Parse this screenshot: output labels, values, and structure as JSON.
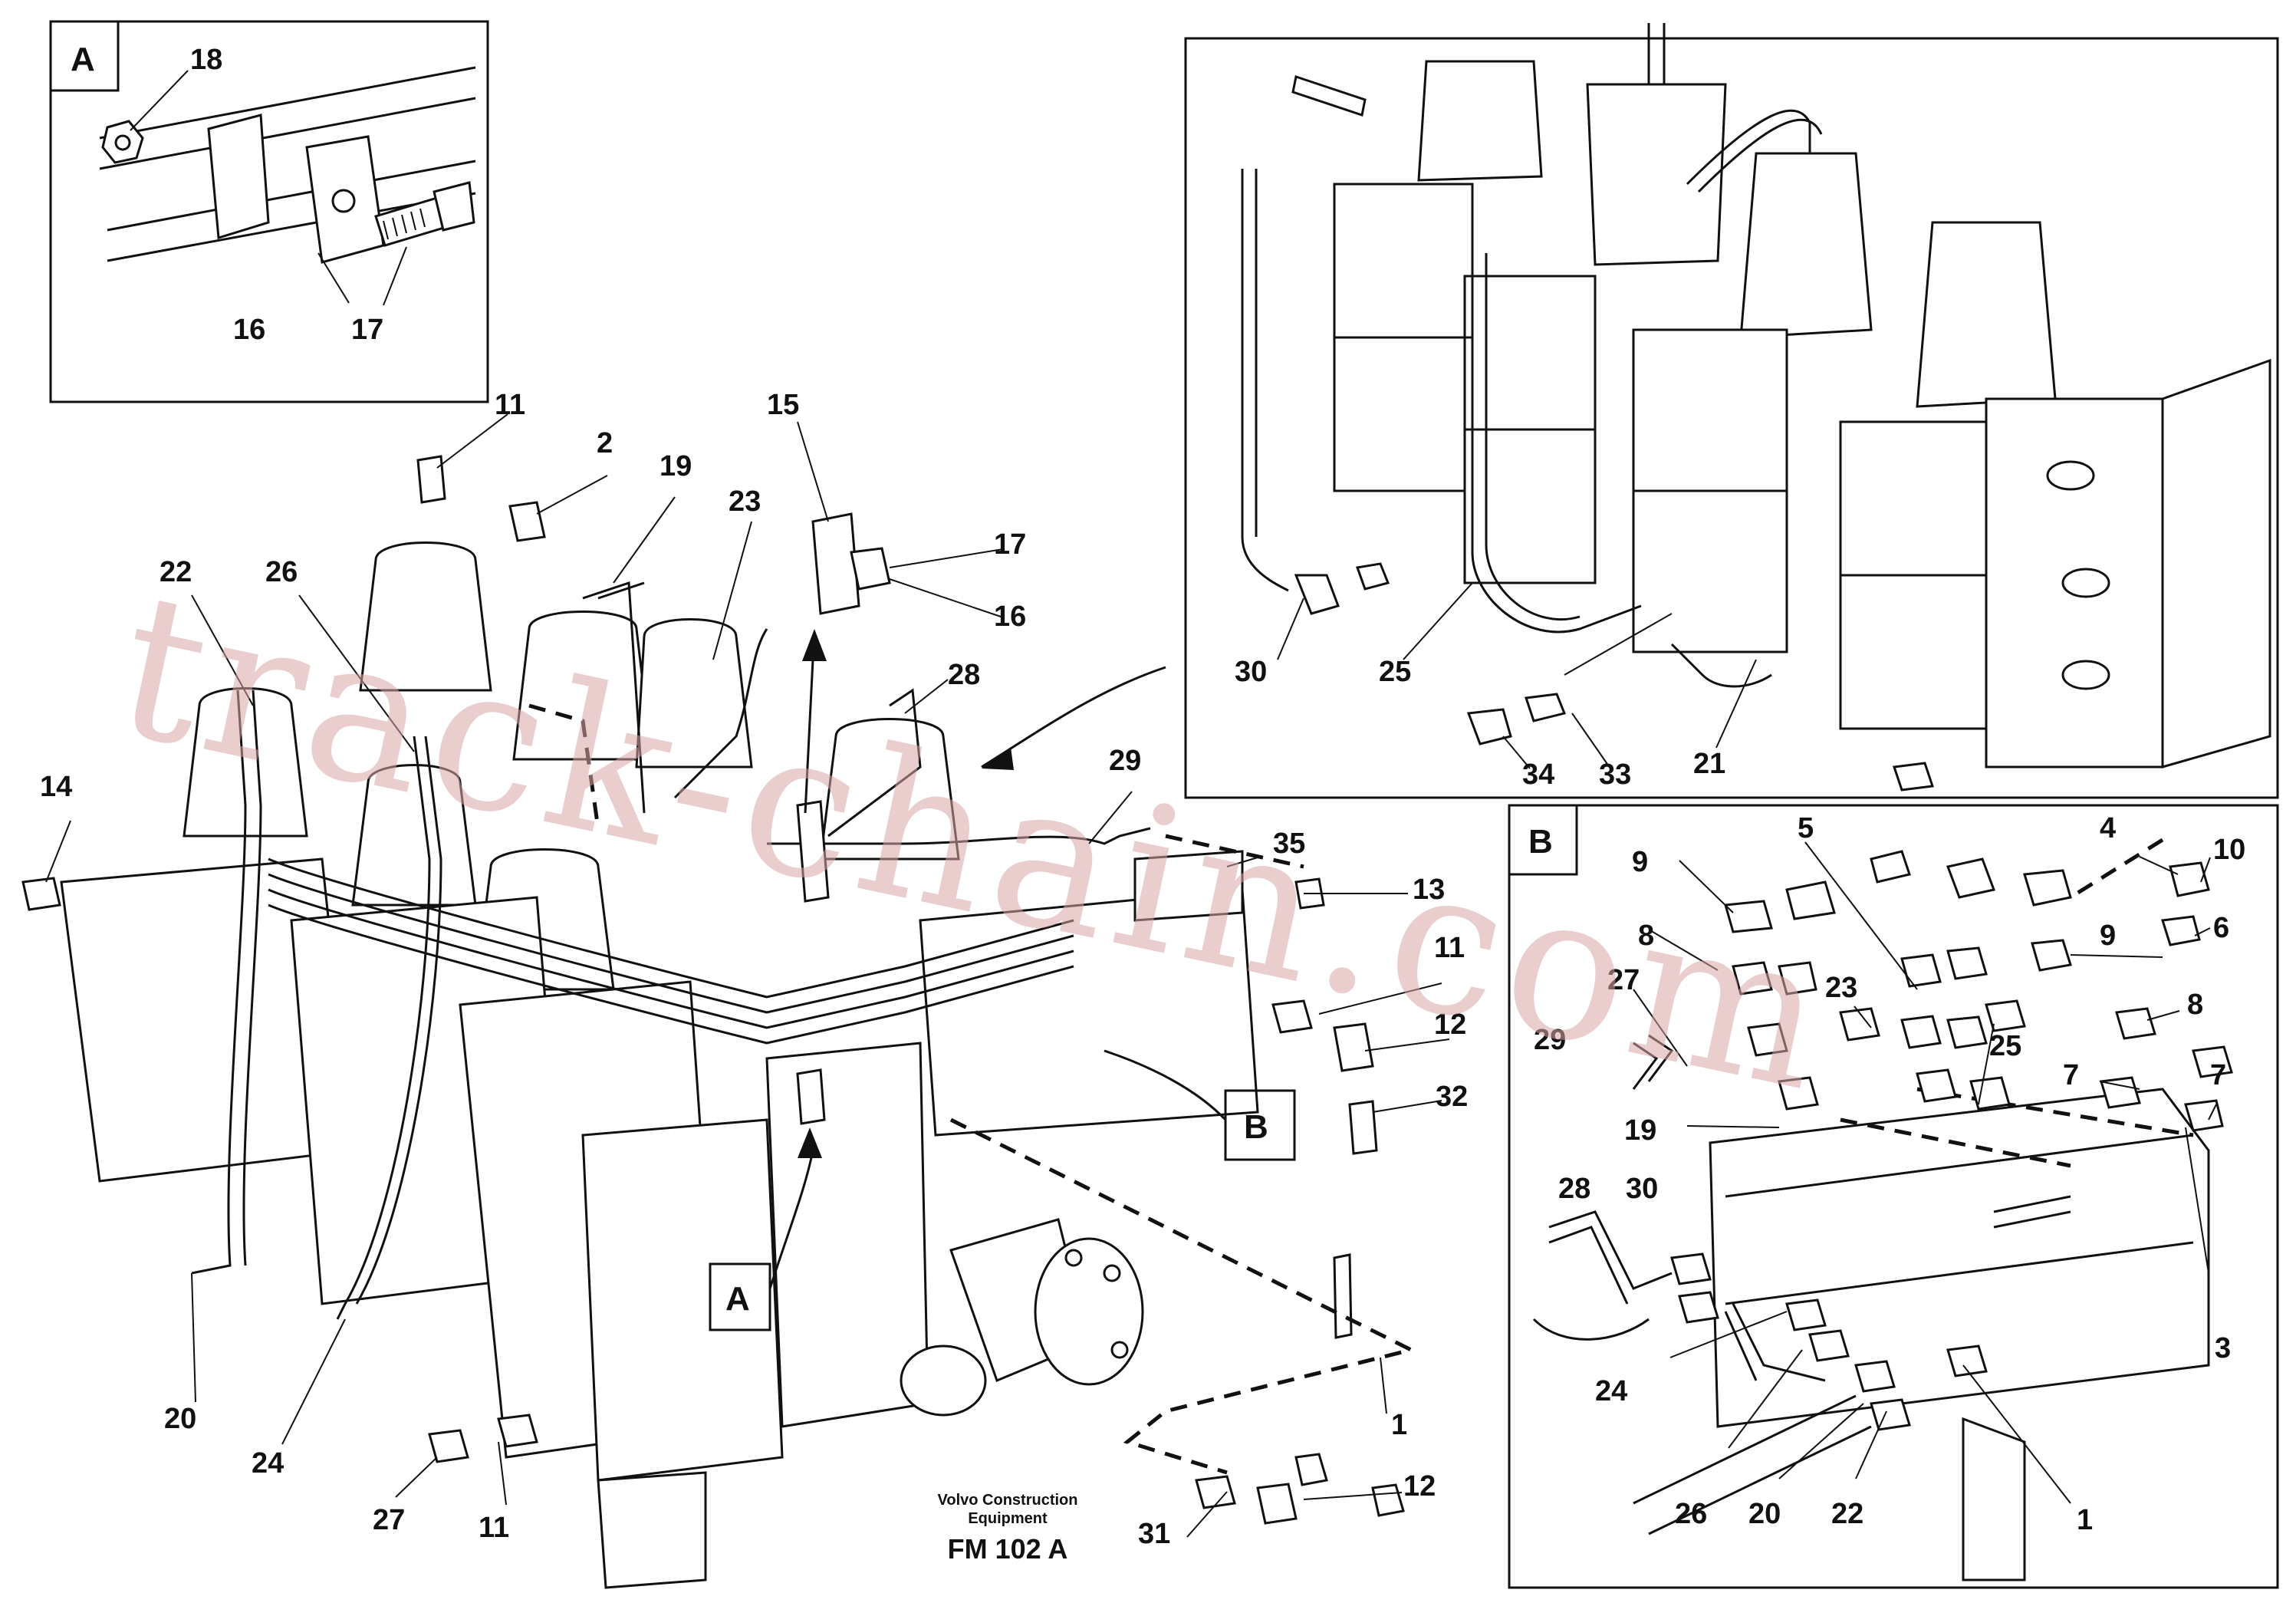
{
  "watermark": "track-chain.com",
  "footer": {
    "publisher_line1": "Volvo Construction",
    "publisher_line2": "Equipment",
    "figure_id": "FM 102 A"
  },
  "detail_frames": {
    "a": "A",
    "b": "B",
    "a_ref": "A",
    "b_ref": "B"
  },
  "callouts": {
    "a18": "18",
    "a16": "16",
    "a17": "17",
    "m11a": "11",
    "m2": "2",
    "m19": "19",
    "m23": "23",
    "m15": "15",
    "m17": "17",
    "m16": "16",
    "m22": "22",
    "m26": "26",
    "m28": "28",
    "m14": "14",
    "m29": "29",
    "m35": "35",
    "m13": "13",
    "m11b": "11",
    "m12a": "12",
    "m32": "32",
    "m20": "20",
    "m24": "24",
    "m27": "27",
    "m11c": "11",
    "m31": "31",
    "m12b": "12",
    "m1": "1",
    "t30": "30",
    "t25": "25",
    "t34": "34",
    "t33": "33",
    "t21": "21",
    "b5": "5",
    "b4": "4",
    "b9": "9",
    "b10": "10",
    "b6": "6",
    "b8a": "8",
    "b27": "27",
    "b23": "23",
    "b9b": "9",
    "b8b": "8",
    "b29": "29",
    "b25": "25",
    "b7a": "7",
    "b7b": "7",
    "b19": "19",
    "b28": "28",
    "b30": "30",
    "b3": "3",
    "b24": "24",
    "b26": "26",
    "b20": "20",
    "b22": "22",
    "b1": "1"
  }
}
